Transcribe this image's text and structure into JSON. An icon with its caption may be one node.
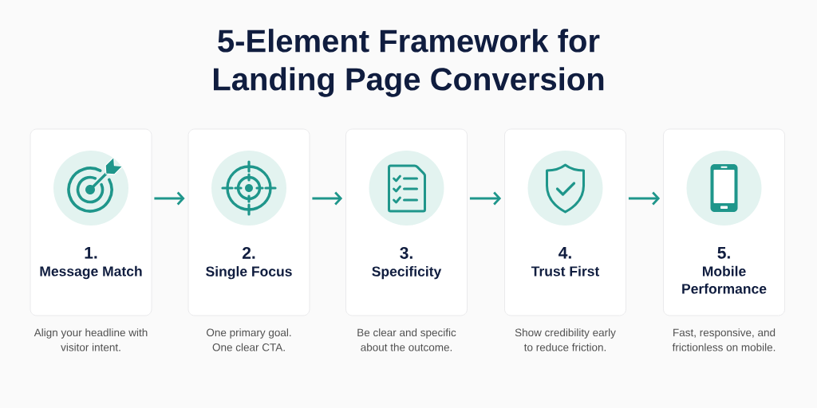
{
  "diagram": {
    "title": "5-Element Framework for Landing Page Conversion",
    "nodes": [
      {
        "text": [
          "1.",
          "Message Match"
        ],
        "beside": [
          "Align your headline with visitor intent."
        ]
      },
      {
        "text": [
          "2.",
          "Single Focus"
        ],
        "beside": [
          "One primary goal. One clear CTA."
        ]
      },
      {
        "text": [
          "3.",
          "Specificity"
        ],
        "beside": [
          "Be clear and specific about the outcome."
        ]
      },
      {
        "text": [
          "4.",
          "Trust First"
        ],
        "beside": [
          "Show credibility early to reduce friction."
        ]
      },
      {
        "text": [
          "5.",
          "Mobile Performance"
        ],
        "beside": [
          "Fast, responsive, and frictionless on mobile."
        ]
      }
    ],
    "edges": [
      {
        "from": 0,
        "to": 1,
        "arrow": "to"
      },
      {
        "from": 1,
        "to": 2,
        "arrow": "to"
      },
      {
        "from": 2,
        "to": 3,
        "arrow": "to"
      },
      {
        "from": 3,
        "to": 4,
        "arrow": "to"
      }
    ]
  }
}
